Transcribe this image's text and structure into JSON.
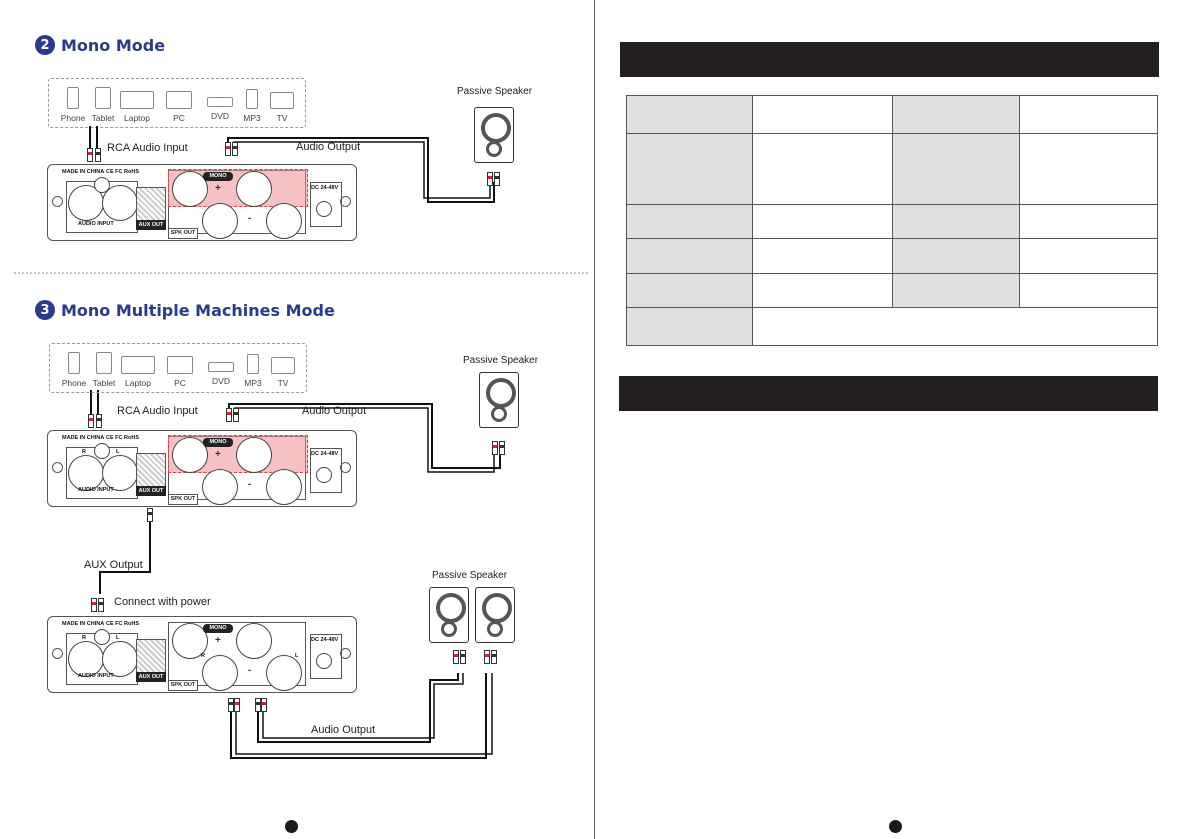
{
  "mono_mode": {
    "number": "2",
    "title": "Mono Mode",
    "devices": [
      "Phone",
      "Tablet",
      "Laptop",
      "PC",
      "DVD",
      "MP3",
      "TV"
    ],
    "rca_label": "RCA Audio Input",
    "audio_output_label": "Audio Output",
    "speaker_label": "Passive Speaker"
  },
  "mono_multi_mode": {
    "number": "3",
    "title": "Mono Multiple Machines Mode",
    "devices": [
      "Phone",
      "Tablet",
      "Laptop",
      "PC",
      "DVD",
      "MP3",
      "TV"
    ],
    "rca_label": "RCA Audio Input",
    "audio_output_label": "Audio Output",
    "speaker_label": "Passive Speaker",
    "aux_output_label": "AUX Output",
    "connect_power_label": "Connect with power",
    "speaker_label_2": "Passive Speaker",
    "audio_output_label_2": "Audio Output"
  },
  "amp_panel": {
    "made_in": "MADE IN CHINA",
    "cert": "CE FC RoHS",
    "r": "R",
    "l": "L",
    "audio_input": "AUDIO INPUT",
    "aux_out": "AUX OUT",
    "spk_out": "SPK OUT",
    "mono": "MONO",
    "plus": "+",
    "minus": "-",
    "dc": "DC 24-48V",
    "r_mark": "R",
    "l_mark": "L"
  },
  "colors": {
    "heading": "#2b3a8c",
    "bar": "#231f20",
    "table_gray": "#e0e0e0",
    "highlight": "#f08c96",
    "rca_red": "#dd2233"
  }
}
